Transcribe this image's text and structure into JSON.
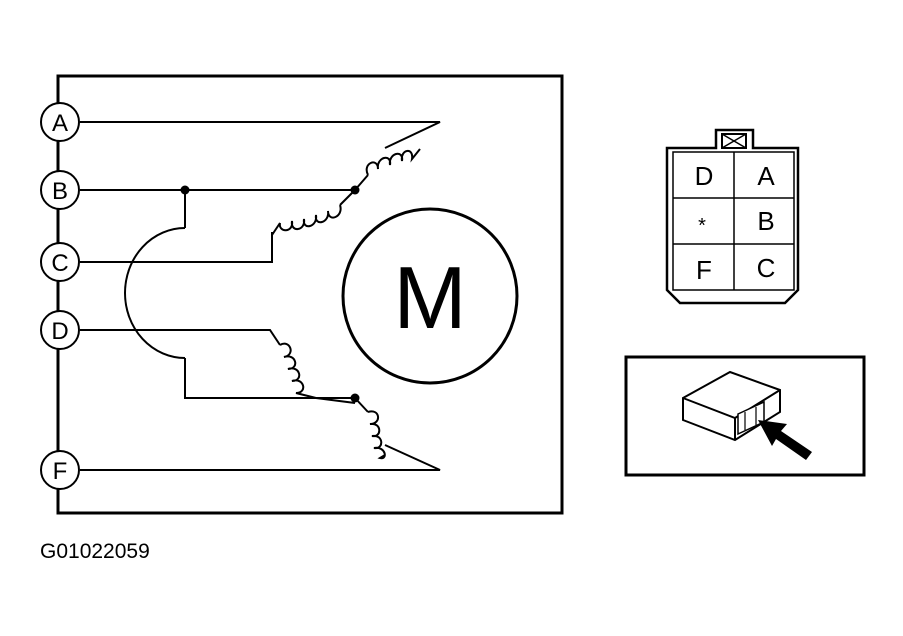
{
  "diagram": {
    "terminals": [
      "A",
      "B",
      "C",
      "D",
      "F"
    ],
    "motor_label": "M",
    "connector_pins": [
      [
        "D",
        "A"
      ],
      [
        "*",
        "B"
      ],
      [
        "F",
        "C"
      ]
    ],
    "figure_id": "G01022059"
  }
}
